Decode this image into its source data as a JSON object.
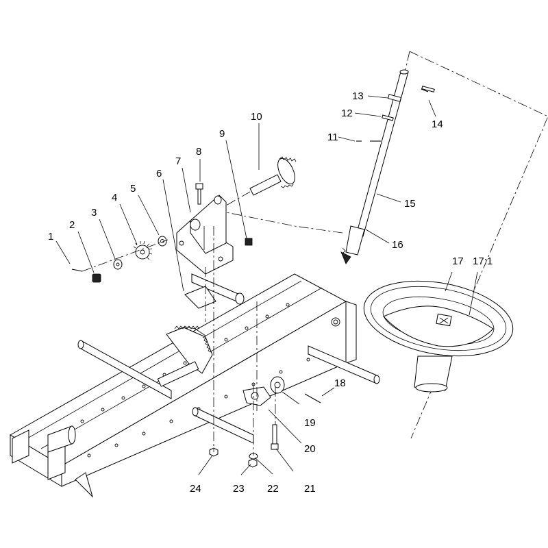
{
  "callouts": [
    {
      "id": "1",
      "label": "1"
    },
    {
      "id": "2",
      "label": "2"
    },
    {
      "id": "3",
      "label": "3"
    },
    {
      "id": "4",
      "label": "4"
    },
    {
      "id": "5",
      "label": "5"
    },
    {
      "id": "6",
      "label": "6"
    },
    {
      "id": "7",
      "label": "7"
    },
    {
      "id": "8",
      "label": "8"
    },
    {
      "id": "9",
      "label": "9"
    },
    {
      "id": "10",
      "label": "10"
    },
    {
      "id": "11",
      "label": "11"
    },
    {
      "id": "12",
      "label": "12"
    },
    {
      "id": "13",
      "label": "13"
    },
    {
      "id": "14",
      "label": "14"
    },
    {
      "id": "15",
      "label": "15"
    },
    {
      "id": "16",
      "label": "16"
    },
    {
      "id": "17",
      "label": "17"
    },
    {
      "id": "17_1",
      "label": "17:1"
    },
    {
      "id": "18",
      "label": "18"
    },
    {
      "id": "19",
      "label": "19"
    },
    {
      "id": "20",
      "label": "20"
    },
    {
      "id": "21",
      "label": "21"
    },
    {
      "id": "22",
      "label": "22"
    },
    {
      "id": "23",
      "label": "23"
    },
    {
      "id": "24",
      "label": "24"
    }
  ]
}
